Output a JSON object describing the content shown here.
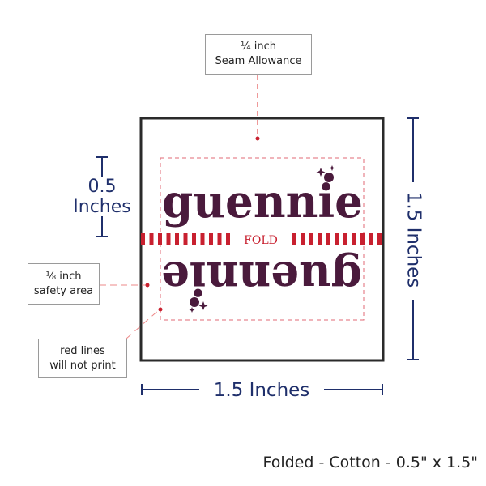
{
  "brand_word": "guennie",
  "fold_label": "FOLD",
  "seam_label": {
    "line1": "¼ inch",
    "line2": "Seam Allowance"
  },
  "safety_label": {
    "line1": "⅛ inch",
    "line2": "safety area"
  },
  "red_lines_label": {
    "line1": "red lines",
    "line2": "will not print"
  },
  "height_dim": {
    "value": "0.5",
    "unit": "Inches"
  },
  "side_dim": "1.5 Inches",
  "bottom_dim": "1.5 Inches",
  "footer": "Folded - Cotton - 0.5\" x 1.5\"",
  "colors": {
    "guide_red": "#c8202f",
    "ink": "#4a1a3c",
    "dimension_blue": "#1f2f6b"
  }
}
